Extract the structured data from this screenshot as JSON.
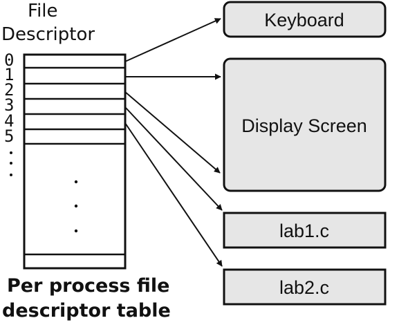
{
  "table": {
    "header_line1": "File",
    "header_line2": "Descriptor",
    "indices": [
      "0",
      "1",
      "2",
      "3",
      "4",
      "5"
    ],
    "caption_line1": "Per process file",
    "caption_line2": "descriptor table"
  },
  "targets": {
    "keyboard": "Keyboard",
    "display": "Display Screen",
    "lab1": "lab1.c",
    "lab2": "lab2.c"
  },
  "colors": {
    "box_fill": "#e6e6e6",
    "stroke": "#111111"
  }
}
